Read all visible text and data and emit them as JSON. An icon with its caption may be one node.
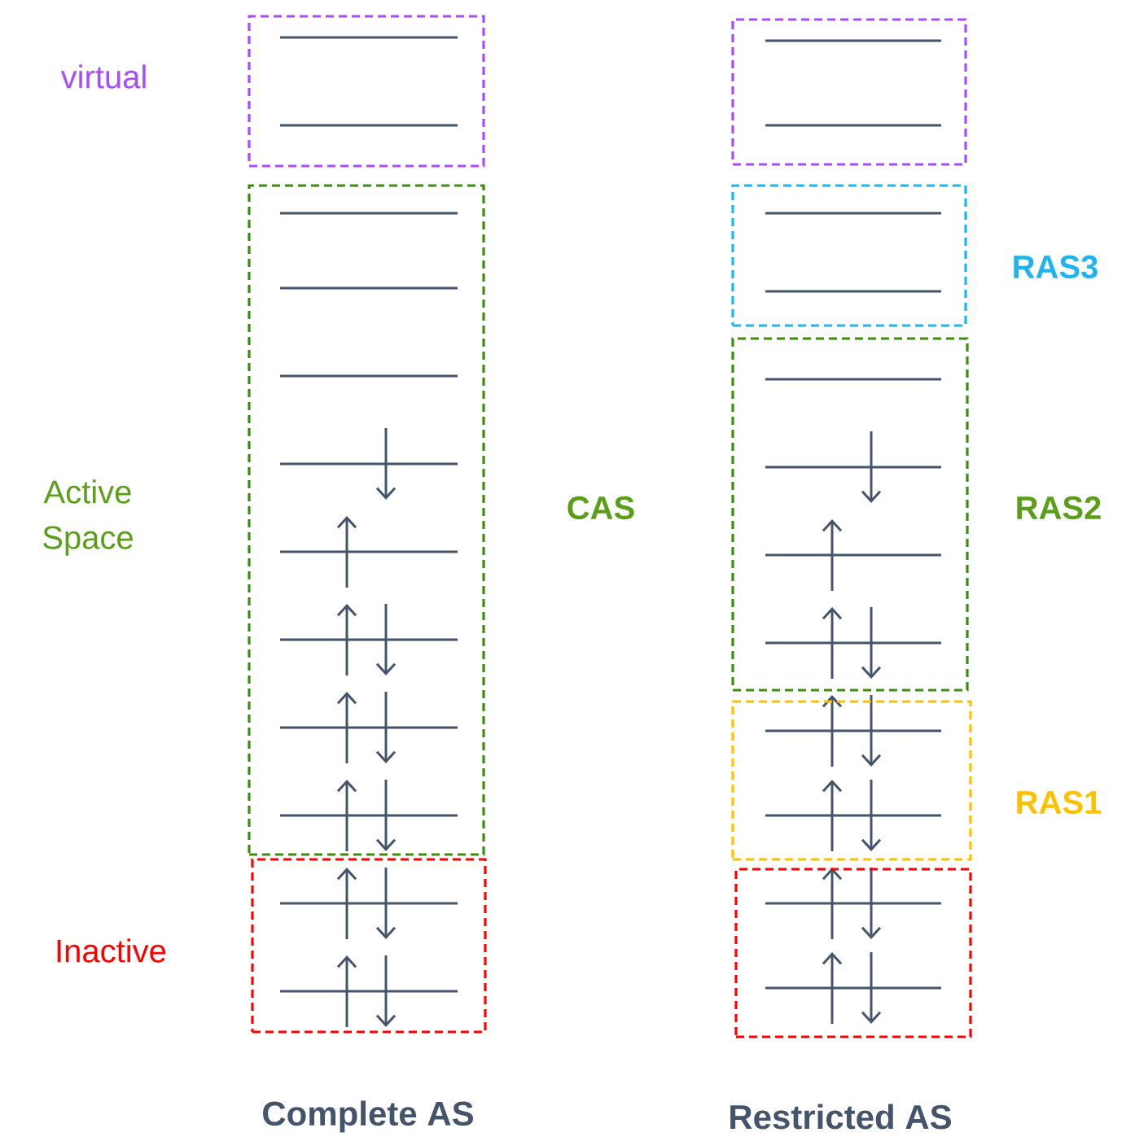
{
  "diagram": {
    "nodes": [
      {
        "text": [],
        "shape": "box",
        "beside": [
          "virtual"
        ]
      },
      {
        "text": [],
        "shape": "box",
        "beside": [
          "Active Space",
          "CAS"
        ]
      },
      {
        "text": [],
        "shape": "box",
        "beside": [
          "Inactive"
        ]
      },
      {
        "text": [],
        "shape": "box"
      },
      {
        "text": [],
        "shape": "box",
        "beside": [
          "RAS3"
        ]
      },
      {
        "text": [],
        "shape": "box",
        "beside": [
          "RAS2"
        ]
      },
      {
        "text": [],
        "shape": "box",
        "beside": [
          "RAS1"
        ]
      },
      {
        "text": [],
        "shape": "box"
      }
    ],
    "labels": [
      "Complete AS",
      "Restricted AS"
    ]
  }
}
